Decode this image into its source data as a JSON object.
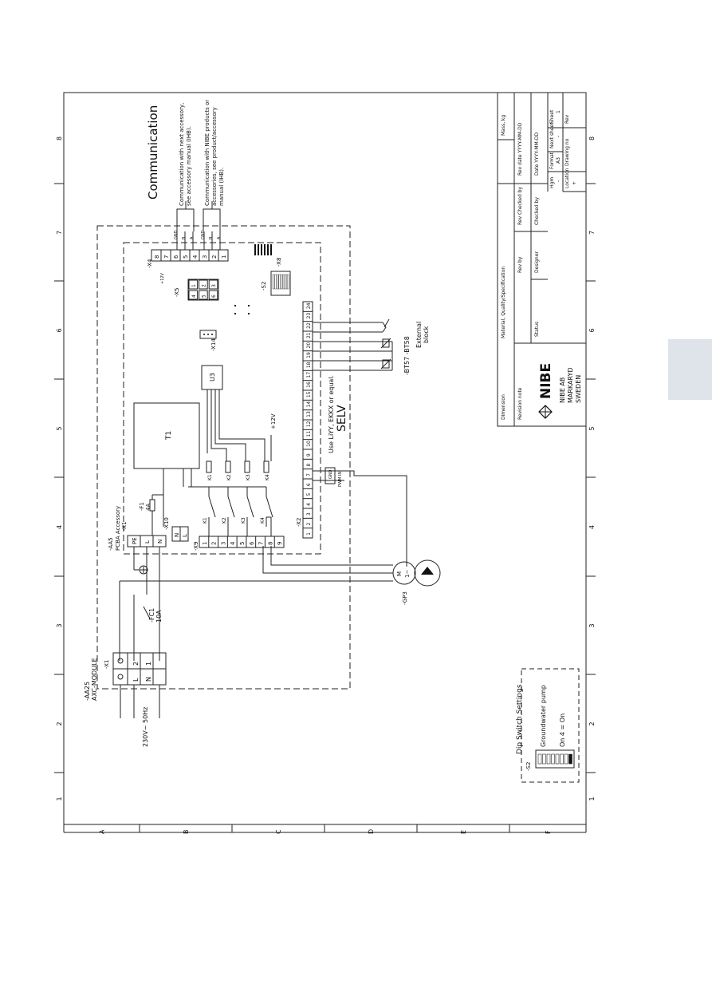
{
  "frame": {
    "columns": [
      "1",
      "2",
      "3",
      "4",
      "5",
      "6",
      "7",
      "8"
    ],
    "rows": [
      "A",
      "B",
      "C",
      "D",
      "E",
      "F"
    ]
  },
  "title_block": {
    "company": [
      "NIBE AB",
      "MARKARYD",
      "SWEDEN"
    ],
    "logo": "NIBE",
    "fields": {
      "dimension": "Dimension",
      "revision_note": "Revision note",
      "material": "Material, Quality/Specification",
      "mass": "Mass, kg",
      "rev_by": "Rev by",
      "rev_checked_by": "Rev Checked by",
      "rev_date": "Rev date YYYY-MM-DD",
      "designer": "Designer",
      "checked_by": "Checked by",
      "date": "Date YYYY-MM-DD",
      "status": "Status",
      "hmi_label": "Hgm",
      "hmi_value": "-",
      "format_label": "Format",
      "format_value": "A3",
      "next_sheet_label": "Next sheet",
      "next_sheet_value": "-",
      "sheet_label": "Sheet",
      "sheet_value": "1",
      "location_label": "Location",
      "location_value": "+",
      "drawing_no_label": "Drawing no",
      "rev_label": "Rev"
    }
  },
  "texts": {
    "communication": "Communication",
    "comm_note_1a": "Communication with next accessory,",
    "comm_note_1b": "see accessory manual (IHB).",
    "comm_note_2a": "Communication with NIBE products or",
    "comm_note_2b": "accessories, see product/accessory",
    "comm_note_2c": "manual (IHB).",
    "module_1": "-AA25",
    "module_2": "AXC-MODULE",
    "aa5_1": "-AA5",
    "aa5_2": "PCBA Accessory",
    "supply": "230V~ 50Hz",
    "fc1_1": "-FC1",
    "fc1_2": "10A",
    "f1_1": "-F1",
    "f1_2": "4A",
    "t1": "T1",
    "u3": "U3",
    "plus12v": "+12V",
    "cable_1": "Use LiYY, EKKX or equal.",
    "cable_2": "SELV",
    "external_1": "External",
    "external_2": "block",
    "sensors": "-BT57 -BT58",
    "pump": "-GP3",
    "pump_m": "M",
    "pump_ac": "1~",
    "x1": "-X1",
    "x2": "-X2",
    "x4": "-X4",
    "x5": "-X5",
    "x8": "-X8",
    "x9": "-X9",
    "x10": "-X10",
    "x14": "-X14",
    "s2": "-S2",
    "gnd": "GND",
    "a": "A",
    "b": "B",
    "pwm_1": "GND",
    "pwm_2": "PWM IN",
    "pe": "PE",
    "l": "L",
    "n": "N"
  },
  "dip_switch_settings": {
    "title": "Dip Switch Settings",
    "ref": "-S2",
    "mode": "Groundwater pump",
    "setting": "On 4 = On"
  },
  "relays": [
    "K1",
    "K2",
    "K3",
    "K4"
  ],
  "x2_terminals": [
    "1",
    "2",
    "3",
    "4",
    "5",
    "6",
    "7",
    "8",
    "9",
    "10",
    "11",
    "12",
    "13",
    "14",
    "15",
    "16",
    "17",
    "18",
    "19",
    "20",
    "21",
    "22",
    "23",
    "24"
  ],
  "x9_terminals": [
    "1",
    "2",
    "3",
    "4",
    "5",
    "6",
    "7",
    "8",
    "9"
  ],
  "x4_terminals": [
    "1",
    "2",
    "3",
    "4",
    "5",
    "6",
    "7",
    "8"
  ],
  "x1_terminals": [
    "1",
    "2"
  ],
  "x5_pins": [
    "1",
    "2",
    "3",
    "4",
    "5",
    "6"
  ]
}
